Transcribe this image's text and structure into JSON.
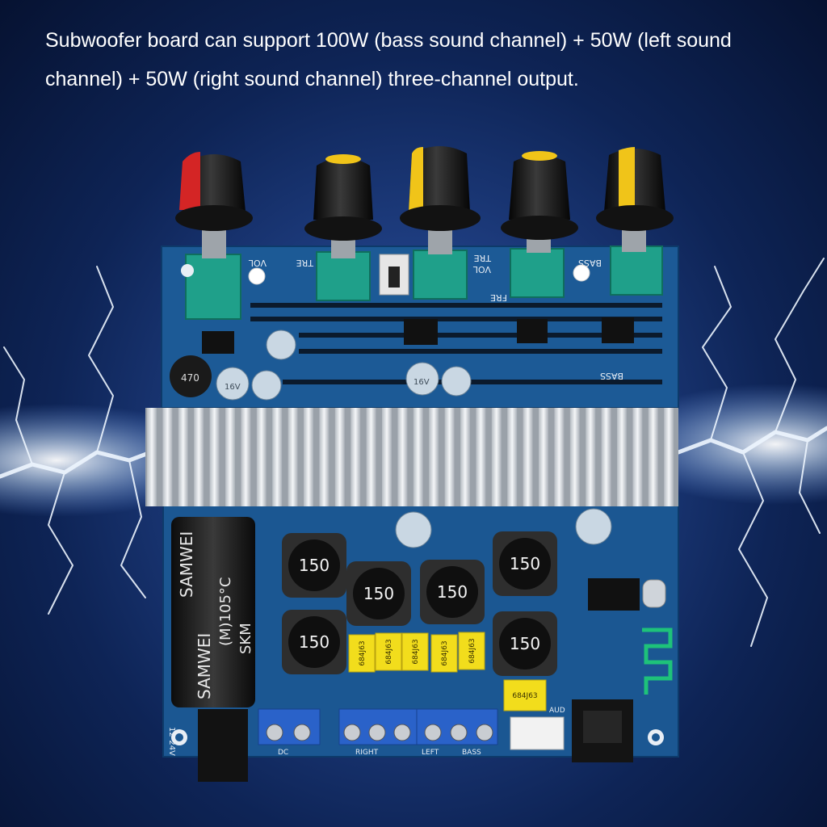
{
  "caption": "Subwoofer board can support 100W (bass sound channel) + 50W (left sound channel) + 50W (right sound channel) three-channel output.",
  "board_labels": {
    "vol_left": "VOL",
    "tre_left": "TRE",
    "tre_right": "TRE",
    "vol_right": "VOL",
    "fre": "FRE",
    "bass_top": "BASS",
    "bass_mid": "BASS",
    "inductor": "470",
    "cap_label": "16V",
    "choke": "150",
    "film_cap": "684J63",
    "capacitor_brand": "SAMWEI",
    "capacitor_temp": "(M)105°C",
    "capacitor_series": "SKM",
    "power_range": "12-24V",
    "dc": "DC",
    "aud": "AUD",
    "right_out": "RIGHT",
    "left_out": "LEFT"
  },
  "colors": {
    "pcb": "#1c5a96",
    "heatsink": "#d9dde2",
    "knob": "#151515",
    "knob_red": "#d42525",
    "knob_yellow": "#f0c419",
    "potentiometer": "#1fa08a",
    "film_capacitor": "#f2dd1c",
    "terminal": "#2a62c9"
  }
}
